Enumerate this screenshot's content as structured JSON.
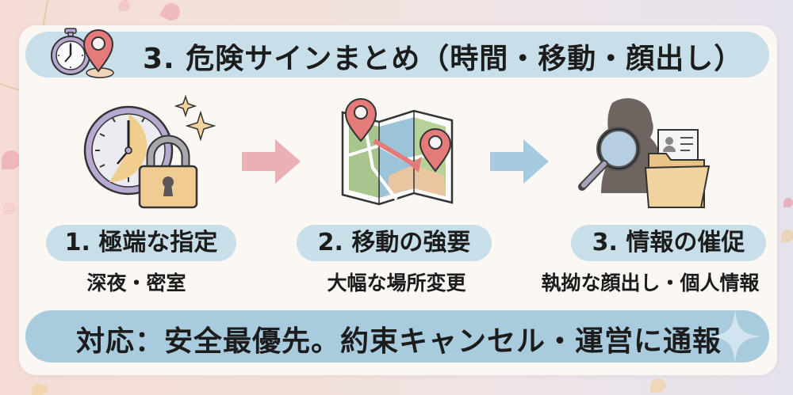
{
  "header": {
    "title": "3. 危険サインまとめ（時間・移動・顔出し）",
    "icons": [
      "stopwatch-icon",
      "map-pin-icon"
    ]
  },
  "steps": [
    {
      "label": "1. 極端な指定",
      "description": "深夜・密室",
      "icon": "clock-and-padlock-icon"
    },
    {
      "label": "2. 移動の強要",
      "description": "大幅な場所変更",
      "icon": "map-with-route-icon"
    },
    {
      "label": "3. 情報の催促",
      "description": "執拗な顔出し・個人情報",
      "icon": "silhouette-magnifier-folder-icon"
    }
  ],
  "arrows": [
    "arrow-right-icon",
    "arrow-right-icon"
  ],
  "footer": {
    "text": "対応：安全最優先。約束キャンセル・運営に通報"
  },
  "colors": {
    "bar_light_blue": "#c8dfe9",
    "bar_blue": "#a9cbde",
    "panel": "#fbf7f3",
    "pin_red": "#e57a7a",
    "arrow_pink": "#eab0b5",
    "arrow_blue": "#a6cbe0",
    "accent_gold": "#f0cf8e",
    "clock_purple": "#b7a9cf"
  }
}
